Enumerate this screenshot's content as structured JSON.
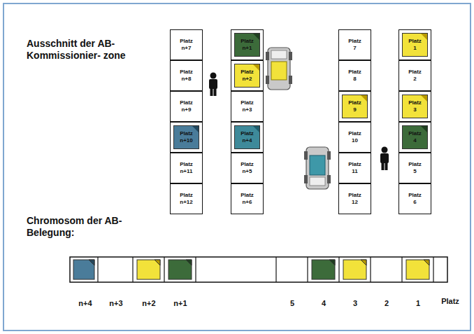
{
  "diagram": {
    "nodes": [
      {
        "text": [
          "Platz n+7"
        ]
      },
      {
        "text": [
          "Platz n+8"
        ]
      },
      {
        "text": [
          "Platz n+9"
        ]
      },
      {
        "text": [
          "Platz n+10"
        ]
      },
      {
        "text": [
          "Platz n+11"
        ]
      },
      {
        "text": [
          "Platz n+12"
        ]
      },
      {
        "text": [
          "Platz n+1"
        ]
      },
      {
        "text": [
          "Platz n+2"
        ]
      },
      {
        "text": [
          "Platz n+3"
        ]
      },
      {
        "text": [
          "Platz n+4"
        ]
      },
      {
        "text": [
          "Platz n+5"
        ]
      },
      {
        "text": [
          "Platz n+6"
        ]
      },
      {
        "text": [
          "Platz 7"
        ]
      },
      {
        "text": [
          "Platz 8"
        ]
      },
      {
        "text": [
          "Platz 9"
        ]
      },
      {
        "text": [
          "Platz 10"
        ]
      },
      {
        "text": [
          "Platz 11"
        ]
      },
      {
        "text": [
          "Platz 12"
        ]
      },
      {
        "text": [
          "Platz 1"
        ]
      },
      {
        "text": [
          "Platz 2"
        ]
      },
      {
        "text": [
          "Platz 3"
        ]
      },
      {
        "text": [
          "Platz 4"
        ]
      },
      {
        "text": [
          "Platz 5"
        ]
      },
      {
        "text": [
          "Platz 6"
        ]
      }
    ],
    "labels": [
      "Ausschnitt der AB-Kommissionier- zone",
      "Chromosom der AB- Belegung:",
      "n+4",
      "n+3",
      "n+2",
      "n+1",
      "5",
      "4",
      "3",
      "2",
      "1",
      "Platz"
    ]
  }
}
